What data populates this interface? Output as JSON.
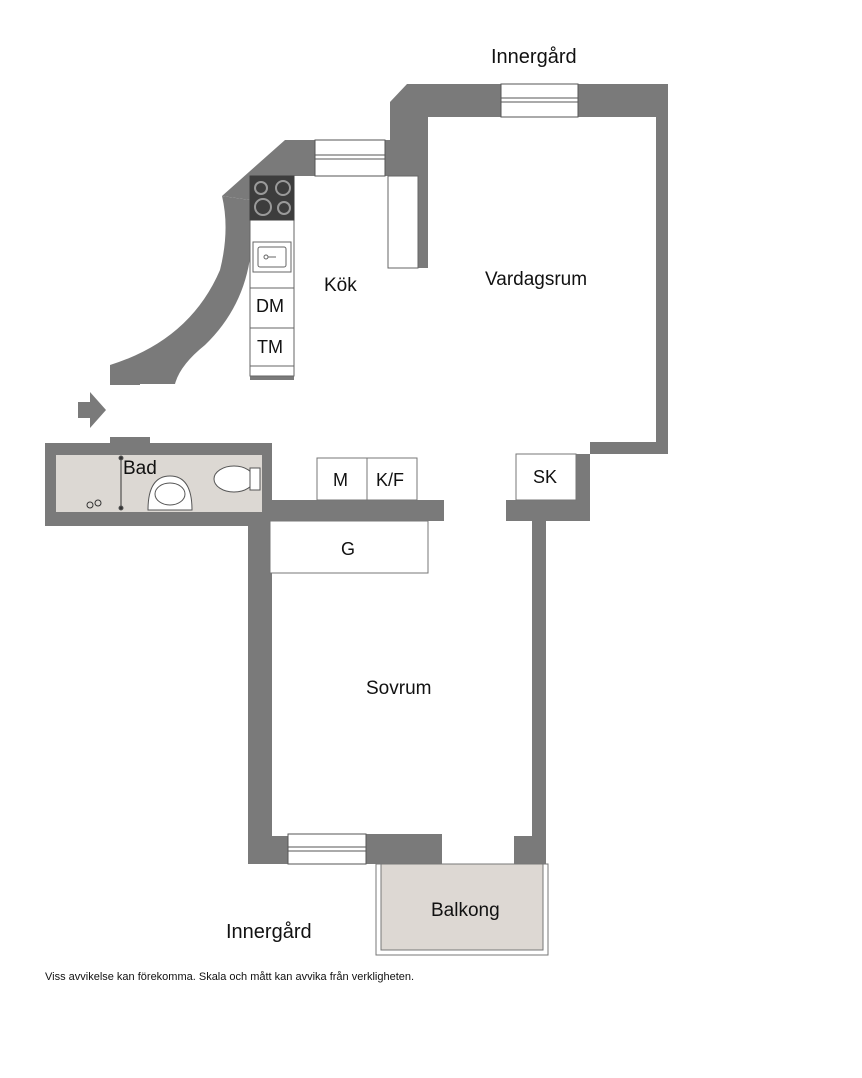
{
  "orientation": {
    "top": "Innergård",
    "bottom": "Innergård"
  },
  "rooms": {
    "kitchen": "Kök",
    "living": "Vardagsrum",
    "bath": "Bad",
    "bedroom": "Sovrum",
    "balcony": "Balkong"
  },
  "fixtures": {
    "dishwasher": "DM",
    "dryer": "TM",
    "m": "M",
    "kf": "K/F",
    "wardrobe": "G",
    "sk": "SK"
  },
  "disclaimer": "Viss avvikelse kan förekomma. Skala och mått kan avvika från verkligheten.",
  "colors": {
    "wall": "#7a7a7a",
    "floor_bath": "#dcd8d3",
    "floor_balcony": "#ddd8d3",
    "stove": "#3d3d3d"
  }
}
